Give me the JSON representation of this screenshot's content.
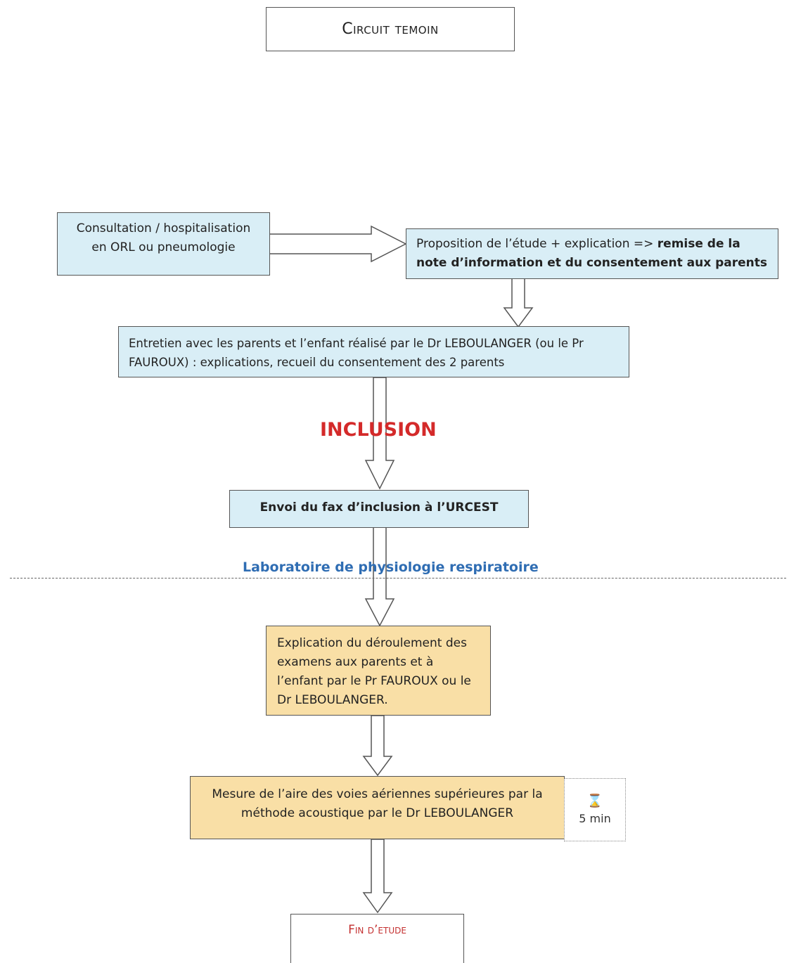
{
  "title": "Circuit temoin",
  "boxes": {
    "consultation": "Consultation / hospitalisation en ORL ou pneumologie",
    "proposition_pre": "Proposition de l’étude + explication => ",
    "proposition_bold": "remise de la note d’information et du consentement aux parents",
    "entretien": "Entretien avec les parents et l’enfant réalisé par le Dr LEBOULANGER (ou le Pr FAUROUX) : explications, recueil du consentement des 2 parents",
    "fax": "Envoi du fax d’inclusion à l’URCEST",
    "explication": "Explication du déroulement des examens aux parents et à l’enfant par le Pr FAUROUX ou le Dr LEBOULANGER.",
    "mesure": "Mesure de l’aire des voies aériennes supérieures par la méthode acoustique par le Dr LEBOULANGER",
    "fin": "Fin d’etude"
  },
  "labels": {
    "inclusion": "INCLUSION",
    "laboratoire": "Laboratoire de physiologie respiratoire"
  },
  "timer": {
    "icon": "hourglass-icon",
    "duration": "5 min"
  },
  "colors": {
    "blue_box": "#d9eef6",
    "orange_box": "#f9dfa6",
    "inclusion_red": "#d42a2a",
    "lab_blue": "#2f6db3"
  }
}
